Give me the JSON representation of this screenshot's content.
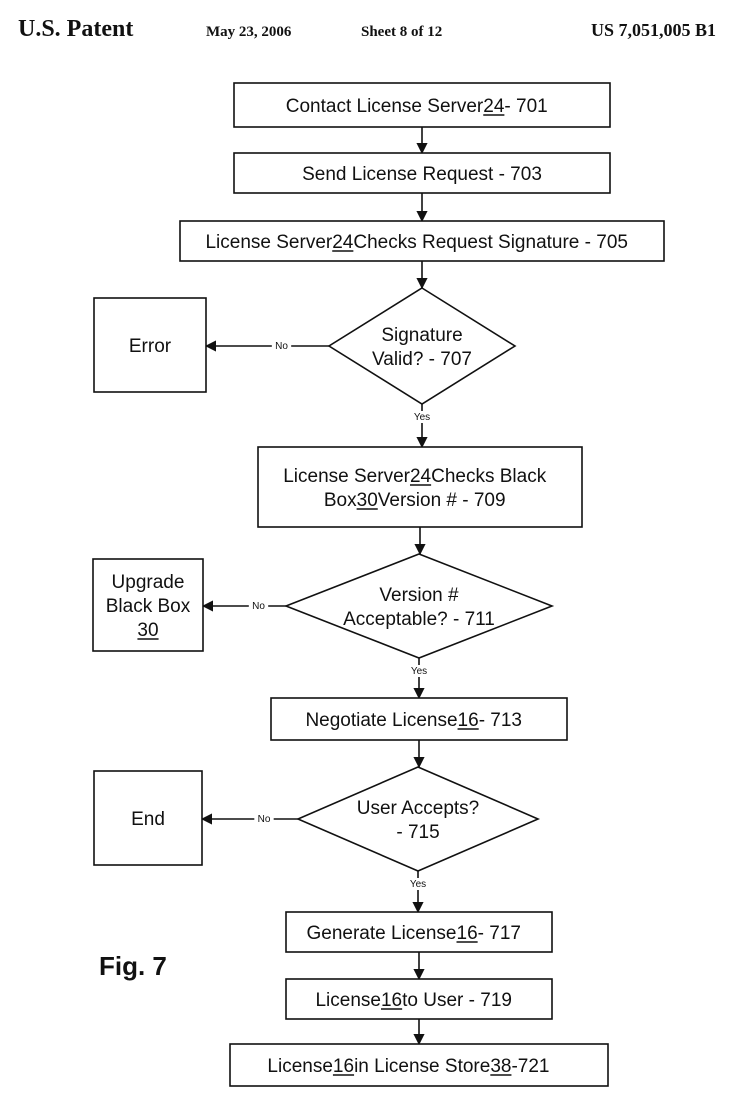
{
  "header": {
    "left": "U.S. Patent",
    "date": "May 23, 2006",
    "sheet": "Sheet 8 of 12",
    "number": "US 7,051,005 B1"
  },
  "figure_label": "Fig. 7",
  "colors": {
    "ink": "#111111",
    "background": "#ffffff"
  },
  "nodes": [
    {
      "id": "n701",
      "shape": "rect",
      "lines": [
        [
          {
            "t": "Contact License Server "
          },
          {
            "t": "24",
            "u": true
          },
          {
            "t": " - 701"
          }
        ]
      ]
    },
    {
      "id": "n703",
      "shape": "rect",
      "lines": [
        [
          {
            "t": "Send License Request - 703"
          }
        ]
      ]
    },
    {
      "id": "n705",
      "shape": "rect",
      "lines": [
        [
          {
            "t": "License Server "
          },
          {
            "t": "24",
            "u": true
          },
          {
            "t": " Checks Request Signature - 705"
          }
        ]
      ]
    },
    {
      "id": "n707",
      "shape": "diamond",
      "lines": [
        [
          {
            "t": "Signature"
          }
        ],
        [
          {
            "t": "Valid? - 707"
          }
        ]
      ]
    },
    {
      "id": "error",
      "shape": "rect",
      "lines": [
        [
          {
            "t": "Error"
          }
        ]
      ]
    },
    {
      "id": "n709",
      "shape": "rect",
      "lines": [
        [
          {
            "t": "License Server "
          },
          {
            "t": "24",
            "u": true
          },
          {
            "t": " Checks Black"
          }
        ],
        [
          {
            "t": "Box "
          },
          {
            "t": "30",
            "u": true
          },
          {
            "t": " Version #  - 709"
          }
        ]
      ]
    },
    {
      "id": "n711",
      "shape": "diamond",
      "lines": [
        [
          {
            "t": "Version #"
          }
        ],
        [
          {
            "t": "Acceptable? - 711"
          }
        ]
      ]
    },
    {
      "id": "upgrade",
      "shape": "rect",
      "lines": [
        [
          {
            "t": "Upgrade"
          }
        ],
        [
          {
            "t": "Black Box"
          }
        ],
        [
          {
            "t": "30",
            "u": true
          }
        ]
      ]
    },
    {
      "id": "n713",
      "shape": "rect",
      "lines": [
        [
          {
            "t": "Negotiate License "
          },
          {
            "t": "16",
            "u": true
          },
          {
            "t": " - 713"
          }
        ]
      ]
    },
    {
      "id": "n715",
      "shape": "diamond",
      "lines": [
        [
          {
            "t": "User Accepts?"
          }
        ],
        [
          {
            "t": "- 715"
          }
        ]
      ]
    },
    {
      "id": "end",
      "shape": "rect",
      "lines": [
        [
          {
            "t": "End"
          }
        ]
      ]
    },
    {
      "id": "n717",
      "shape": "rect",
      "lines": [
        [
          {
            "t": "Generate License "
          },
          {
            "t": "16",
            "u": true
          },
          {
            "t": " - 717"
          }
        ]
      ]
    },
    {
      "id": "n719",
      "shape": "rect",
      "lines": [
        [
          {
            "t": "License "
          },
          {
            "t": "16",
            "u": true
          },
          {
            "t": " to User - 719"
          }
        ]
      ]
    },
    {
      "id": "n721",
      "shape": "rect",
      "lines": [
        [
          {
            "t": "License "
          },
          {
            "t": "16",
            "u": true
          },
          {
            "t": " in License Store "
          },
          {
            "t": "38",
            "u": true
          },
          {
            "t": " -721"
          }
        ]
      ]
    }
  ],
  "edges": [
    {
      "from": "n701",
      "to": "n703",
      "label": ""
    },
    {
      "from": "n703",
      "to": "n705",
      "label": ""
    },
    {
      "from": "n705",
      "to": "n707",
      "label": ""
    },
    {
      "from": "n707",
      "to": "error",
      "label": "No"
    },
    {
      "from": "n707",
      "to": "n709",
      "label": "Yes"
    },
    {
      "from": "n709",
      "to": "n711",
      "label": ""
    },
    {
      "from": "n711",
      "to": "upgrade",
      "label": "No"
    },
    {
      "from": "n711",
      "to": "n713",
      "label": "Yes"
    },
    {
      "from": "n713",
      "to": "n715",
      "label": ""
    },
    {
      "from": "n715",
      "to": "end",
      "label": "No"
    },
    {
      "from": "n715",
      "to": "n717",
      "label": "Yes"
    },
    {
      "from": "n717",
      "to": "n719",
      "label": ""
    },
    {
      "from": "n719",
      "to": "n721",
      "label": ""
    }
  ]
}
